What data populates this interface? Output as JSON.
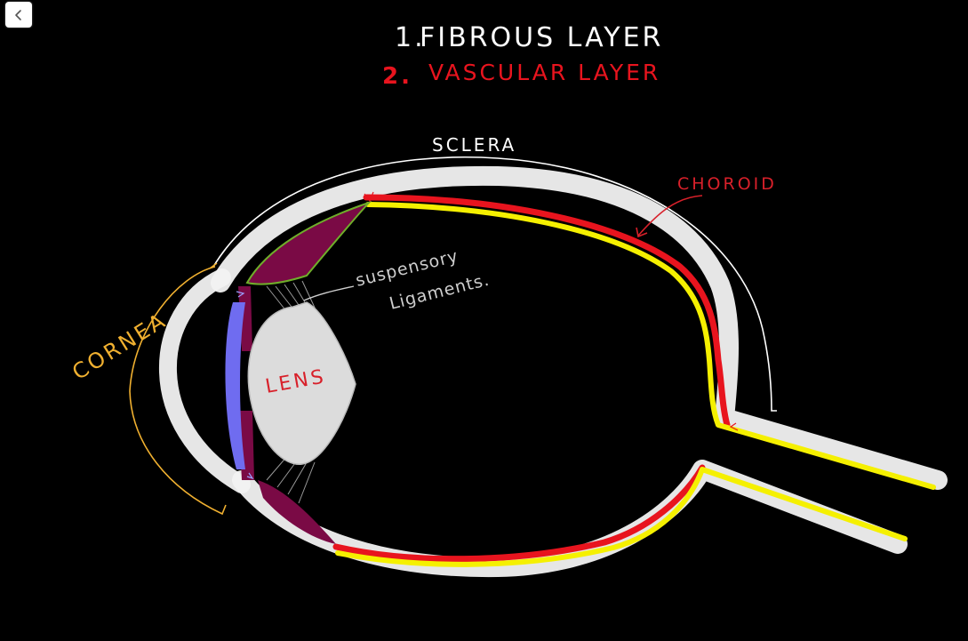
{
  "nav": {
    "back_icon": "chevron-left-icon"
  },
  "headings": {
    "line1_number": "1.",
    "line1_text": "FIBROUS LAYER",
    "line2_number": "2.",
    "line2_text": "VASCULAR LAYER"
  },
  "labels": {
    "sclera": "SCLERA",
    "choroid": "CHOROID",
    "cornea": "CORNEA",
    "lens": "LENS",
    "suspensory_line1": "suspensory",
    "suspensory_line2": "Ligaments."
  },
  "colors": {
    "background": "#000000",
    "fibrous_white": "#f2f2f2",
    "choroid_red": "#e8141e",
    "retina_yellow": "#f5f000",
    "ciliary_maroon": "#7a0a45",
    "iris_purple": "#6f6cf0",
    "lens_grey": "#dcdcdc",
    "cornea_label": "#f0b030",
    "choroid_label": "#d8202a",
    "heading_white": "#ffffff",
    "heading_red": "#e8141e",
    "ciliary_outline": "#6fae2a"
  }
}
